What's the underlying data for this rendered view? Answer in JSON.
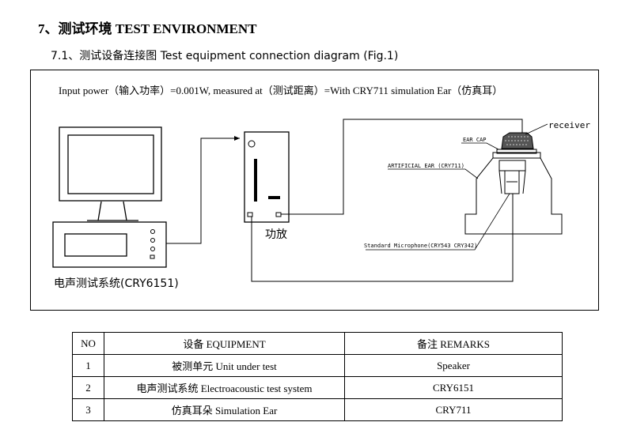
{
  "section": {
    "title": "7、测试环境 TEST ENVIRONMENT",
    "subtitle": "7.1、测试设备连接图 Test equipment connection diagram (Fig.1)"
  },
  "diagram": {
    "input_line": "Input power（输入功率）=0.001W, measured at（测试距离）=With CRY711 simulation Ear（仿真耳）",
    "system_label": "电声测试系统(CRY6151)",
    "amp_label": "功放",
    "receiver_label": "receiver",
    "ear_cap_label": "EAR CAP",
    "artificial_ear_label": "ARTIFICIAL EAR (CRY711)",
    "microphone_label": "Standard Microphone(CRY543 CRY342)"
  },
  "table": {
    "headers": [
      "NO",
      "设备 EQUIPMENT",
      "备注 REMARKS"
    ],
    "rows": [
      [
        "1",
        "被测单元 Unit under test",
        "Speaker"
      ],
      [
        "2",
        "电声测试系统 Electroacoustic test system",
        "CRY6151"
      ],
      [
        "3",
        "仿真耳朵 Simulation Ear",
        "CRY711"
      ]
    ]
  }
}
